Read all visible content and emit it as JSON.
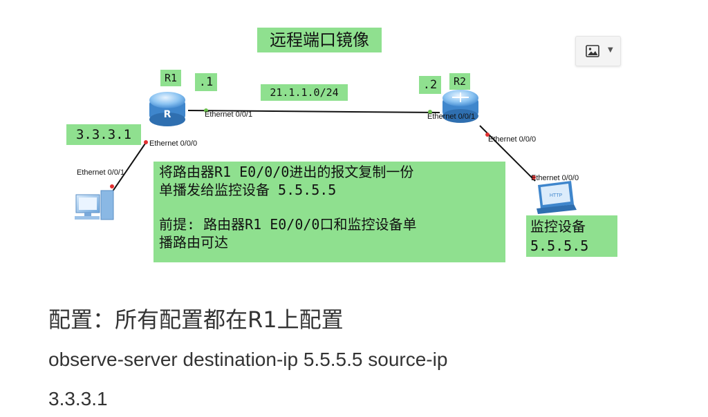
{
  "slide": {
    "title": "远程端口镜像",
    "r1": {
      "name": "R1",
      "ip_suffix": ".1",
      "port_e001": "Ethernet 0/0/1",
      "port_e000": "Ethernet 0/0/0"
    },
    "r2": {
      "name": "R2",
      "ip_suffix": ".2",
      "port_e001": "Ethernet 0/0/1",
      "port_e000": "Ethernet 0/0/0"
    },
    "link_subnet": "21.1.1.0/24",
    "pc": {
      "ip": "3.3.3.1",
      "port": "Ethernet 0/0/1"
    },
    "server": {
      "port": "Ethernet 0/0/0",
      "screen_text": "HTTP",
      "label_line1": "监控设备",
      "label_line2": "5.5.5.5"
    },
    "description": {
      "line1": "将路由器R1 E0/0/0进出的报文复制一份",
      "line2": "单播发给监控设备 5.5.5.5",
      "line3": "前提: 路由器R1 E0/0/0口和监控设备单",
      "line4": "播路由可达"
    },
    "config": {
      "heading": "配置：所有配置都在R1上配置",
      "command_line1": "observe-server destination-ip 5.5.5.5 source-ip",
      "command_line2": "3.3.3.1"
    }
  },
  "toolbar": {
    "image_button_icon": "image-icon",
    "dropdown_icon": "chevron-down-icon"
  },
  "colors": {
    "label_bg": "#8fe08f",
    "link": "#111111",
    "port_dot": "#e23030",
    "router_blue": "#5aa5e8"
  }
}
